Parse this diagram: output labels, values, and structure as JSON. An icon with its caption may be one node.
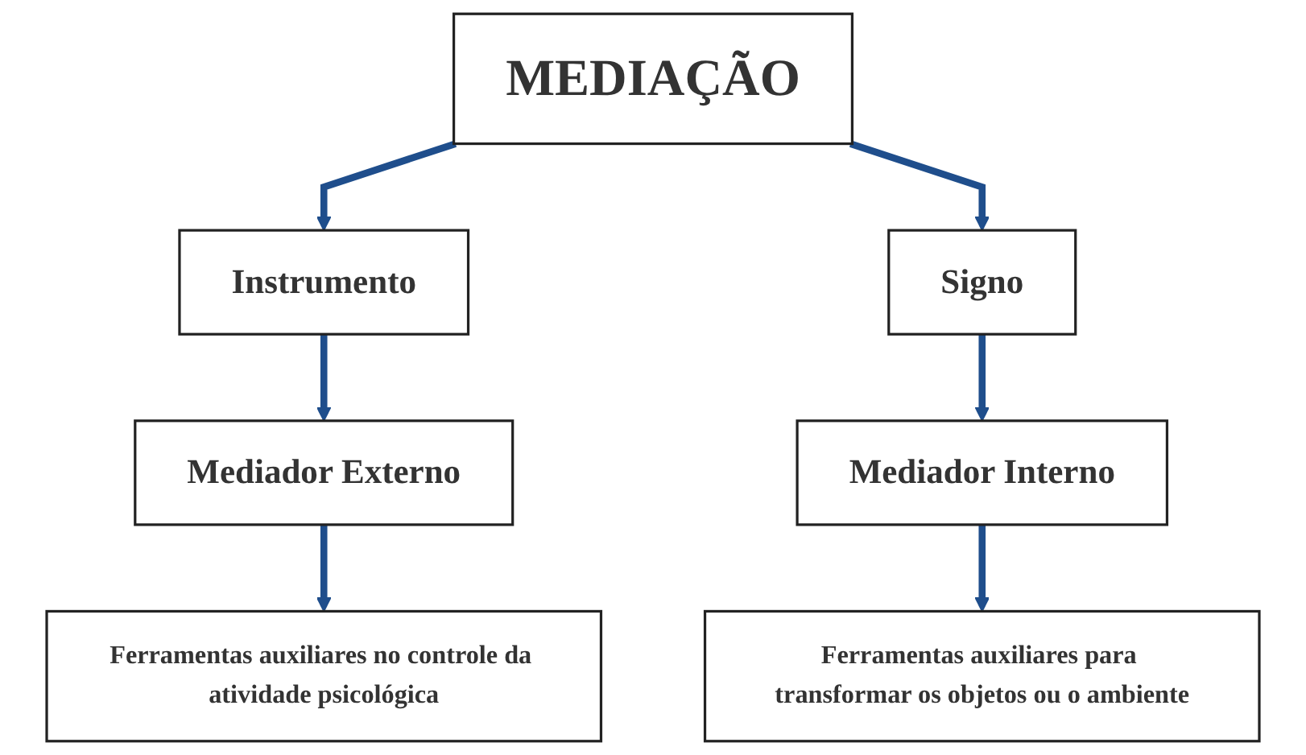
{
  "diagram": {
    "nodes": [
      {
        "text": [
          "MEDIAÇÃO"
        ]
      },
      {
        "text": [
          "Instrumento"
        ]
      },
      {
        "text": [
          "Signo"
        ]
      },
      {
        "text": [
          "Mediador Externo"
        ]
      },
      {
        "text": [
          "Mediador Interno"
        ]
      },
      {
        "text": [
          "Ferramentas auxiliares no controle da atividade psicológica"
        ]
      },
      {
        "text": [
          "Ferramentas auxiliares para transformar os objetos ou o ambiente"
        ]
      }
    ],
    "edges": [
      {
        "from": 0,
        "to": 1,
        "arrow": "to"
      },
      {
        "from": 0,
        "to": 2,
        "arrow": "to"
      },
      {
        "from": 1,
        "to": 3,
        "arrow": "to"
      },
      {
        "from": 2,
        "to": 4,
        "arrow": "to"
      },
      {
        "from": 3,
        "to": 5,
        "arrow": "to"
      },
      {
        "from": 4,
        "to": 6,
        "arrow": "to"
      }
    ]
  }
}
